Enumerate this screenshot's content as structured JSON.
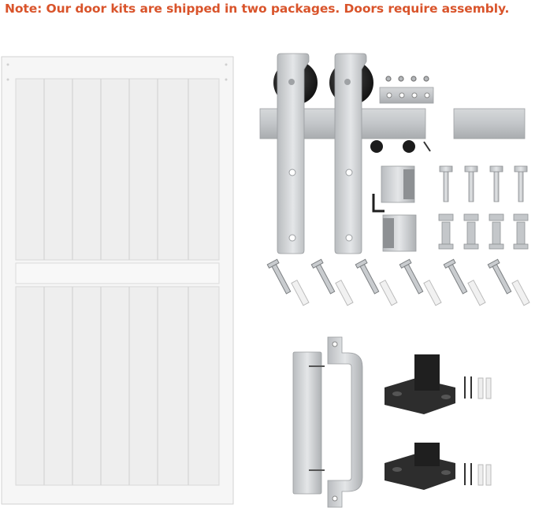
{
  "note": "Note: Our door kits are shipped in two packages. Doors require assembly.",
  "colors": {
    "note_text": "#d9542b",
    "door": "#f4f4f4",
    "steel": "#c9cccf",
    "black": "#2a2a2a"
  },
  "items": [
    {
      "name": "barn-door-panel",
      "icon": "door-icon"
    },
    {
      "name": "hanger-straps-with-wheels",
      "icon": "hanger-icon"
    },
    {
      "name": "rail-track",
      "icon": "rail-icon"
    },
    {
      "name": "stop-screws",
      "icon": "screw-icon"
    },
    {
      "name": "door-handle",
      "icon": "handle-icon"
    },
    {
      "name": "floor-guides",
      "icon": "floor-guide-icon"
    }
  ]
}
